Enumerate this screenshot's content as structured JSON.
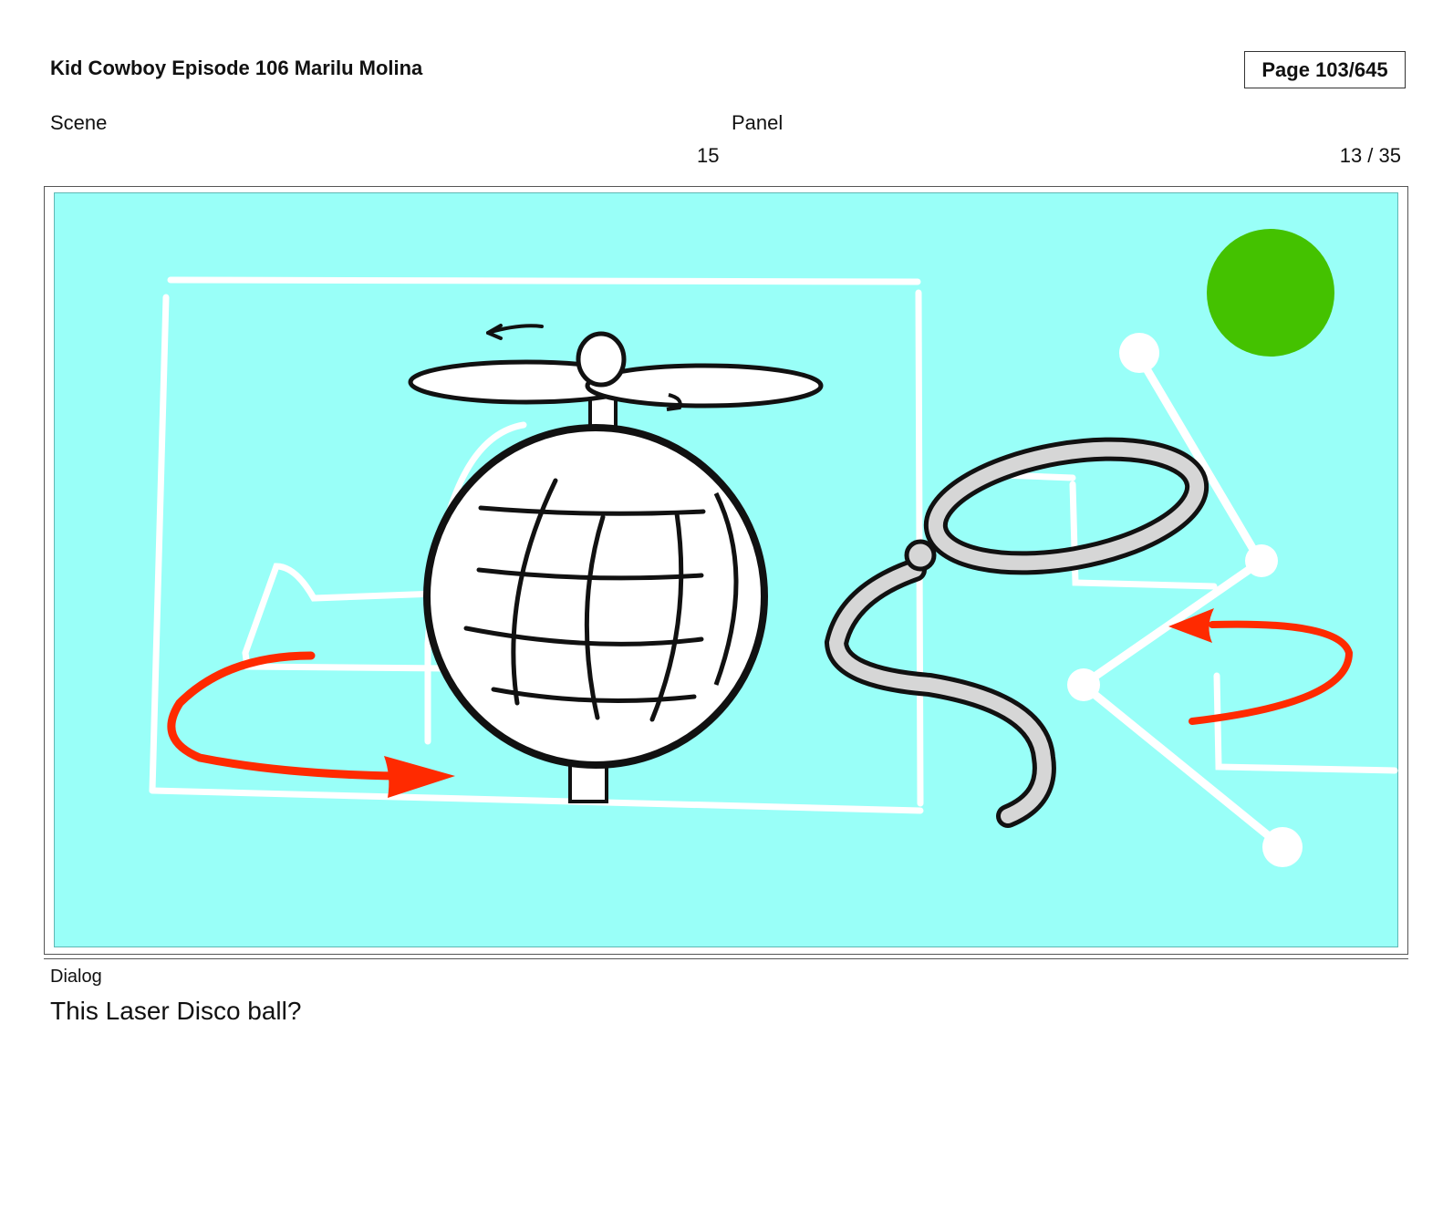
{
  "header": {
    "title": "Kid Cowboy Episode 106 Marilu Molina",
    "page": "Page 103/645"
  },
  "meta": {
    "scene_label": "Scene",
    "panel_label": "Panel",
    "scene_value": "15",
    "panel_value": "13 / 35"
  },
  "dialog": {
    "label": "Dialog",
    "text": "This Laser Disco ball?"
  },
  "colors": {
    "sky": "#99fff8",
    "arrow": "#ff2a00",
    "sun": "#44c200",
    "ink": "#111111",
    "rope": "#d6d6d6"
  }
}
